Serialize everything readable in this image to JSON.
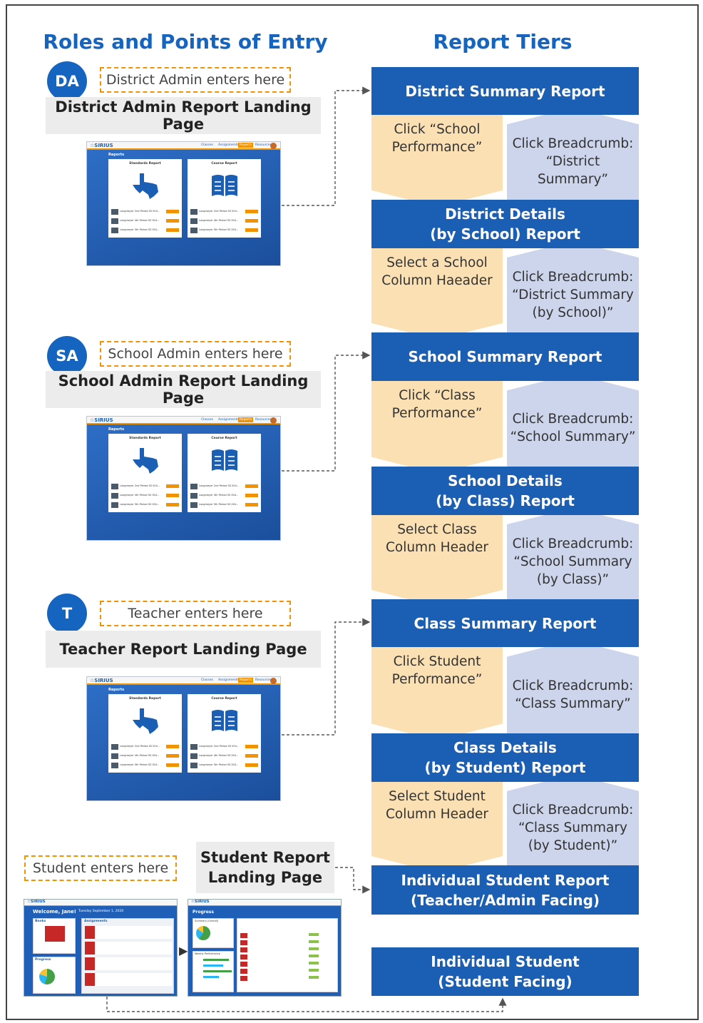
{
  "headings": {
    "left": "Roles and Points of Entry",
    "right": "Report Tiers"
  },
  "roles": [
    {
      "badge": "DA",
      "enters": "District Admin enters here",
      "landing": "District Admin Report Landing Page"
    },
    {
      "badge": "SA",
      "enters": "School Admin enters here",
      "landing": "School Admin Report Landing Page"
    },
    {
      "badge": "T",
      "enters": "Teacher enters here",
      "landing": "Teacher Report Landing Page"
    }
  ],
  "student": {
    "enters": "Student enters here",
    "landing_line1": "Student Report",
    "landing_line2": "Landing Page"
  },
  "tiers": [
    {
      "line1": "District Summary Report",
      "line2": ""
    },
    {
      "line1": "District Details",
      "line2": "(by School) Report"
    },
    {
      "line1": "School Summary Report",
      "line2": ""
    },
    {
      "line1": "School Details",
      "line2": "(by Class) Report"
    },
    {
      "line1": "Class Summary Report",
      "line2": ""
    },
    {
      "line1": "Class Details",
      "line2": "(by Student) Report"
    },
    {
      "line1": "Individual Student Report",
      "line2": "(Teacher/Admin Facing)"
    },
    {
      "line1": "Individual Student",
      "line2": "(Student Facing)"
    }
  ],
  "down_labels": [
    {
      "line1": "Click “School",
      "line2": "Performance”"
    },
    {
      "line1": "Select a School",
      "line2": "Column Haeader"
    },
    {
      "line1": "Click “Class",
      "line2": "Performance”"
    },
    {
      "line1": "Select Class",
      "line2": "Column Header"
    },
    {
      "line1": "Click Student",
      "line2": "Performance”"
    },
    {
      "line1": "Select Student",
      "line2": "Column Header"
    }
  ],
  "up_labels": [
    {
      "line1": "Click Breadcrumb:",
      "line2": "“District",
      "line3": "Summary”"
    },
    {
      "line1": "Click Breadcrumb:",
      "line2": "“District Summary",
      "line3": "(by School)”"
    },
    {
      "line1": "Click Breadcrumb:",
      "line2": "“School Summary”",
      "line3": ""
    },
    {
      "line1": "Click Breadcrumb:",
      "line2": "“School Summary",
      "line3": "(by Class)”"
    },
    {
      "line1": "Click Breadcrumb:",
      "line2": "“Class Summary”",
      "line3": ""
    },
    {
      "line1": "Click Breadcrumb:",
      "line2": "“Class Summary",
      "line3": "(by Student)”"
    }
  ],
  "screenshot": {
    "logo": "☆SIRIUS",
    "nav": [
      "Classes",
      "Assignments",
      "Reports",
      "Resources"
    ],
    "title": "Reports",
    "card_left": "Standards Report",
    "card_right": "Course Report",
    "row_text": [
      "Longmeyer 2nd Period SS 004...",
      "Longmeyer 4th Period SS 004...",
      "Longmeyer 5th Period SS 004..."
    ]
  },
  "student_shot": {
    "welcome": "Welcome, Jane!",
    "date": "Tuesday September 1, 2020",
    "books": "Books",
    "assignments": "Assignments",
    "progress": "Progress",
    "progress_title": "Progress",
    "summary": "Summary (Overall)",
    "weekly": "Weekly Performance"
  },
  "colors": {
    "tier_blue": "#1a5fb4",
    "down_fill": "#fbe0b4",
    "up_fill": "#ccd5ec",
    "accent_orange": "#f39200",
    "heading_blue": "#1565c0"
  }
}
